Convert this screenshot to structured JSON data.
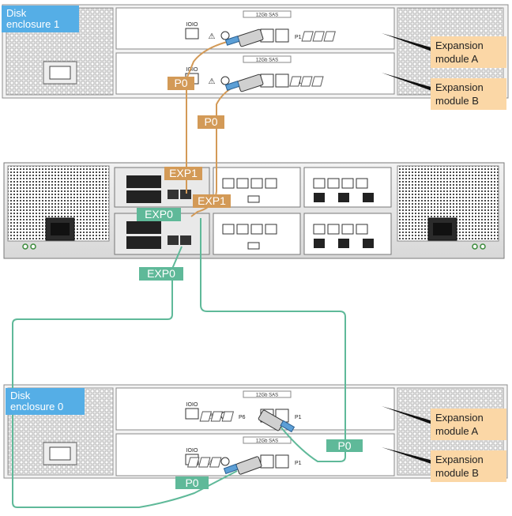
{
  "enclosures": [
    {
      "label": "Disk enclosure 1",
      "line1": "Disk",
      "line2": "enclosure 1"
    },
    {
      "label": "Disk enclosure 0",
      "line1": "Disk",
      "line2": "enclosure 0"
    }
  ],
  "callouts": {
    "module_a": {
      "line1": "Expansion",
      "line2": "module A"
    },
    "module_b": {
      "line1": "Expansion",
      "line2": "module B"
    }
  },
  "port_labels": {
    "p0": "P0",
    "p1": "P1",
    "p6": "P6",
    "exp0": "EXP0",
    "exp1": "EXP1",
    "sas_module": "12Gb SAS",
    "io_port": "IOIO"
  },
  "colors": {
    "orange_cable": "#d39a57",
    "green_cable": "#5fb999",
    "enclosure_tag": "#55aee6",
    "callout_fill": "#fbd7a6"
  }
}
